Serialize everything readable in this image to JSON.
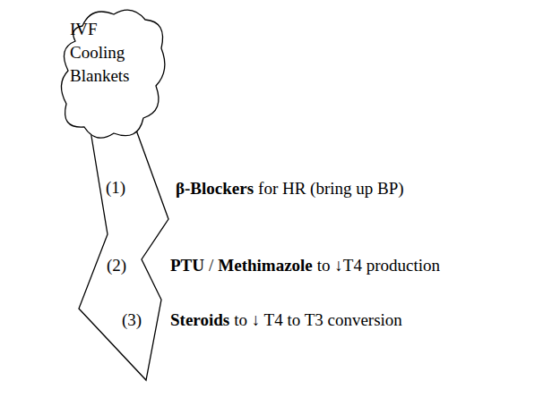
{
  "diagram": {
    "nodes": [
      {
        "text": [
          "IVF Cooling Blankets"
        ]
      },
      {
        "text": [
          "(1)",
          "(2)",
          "(3)"
        ]
      }
    ],
    "labels": [
      "β-Blockers",
      "for HR (bring up BP)",
      "PTU",
      "/",
      "Methimazole",
      "to ↓T4 production",
      "Steroids",
      "to ↓ T4 to T3 conversion"
    ]
  }
}
